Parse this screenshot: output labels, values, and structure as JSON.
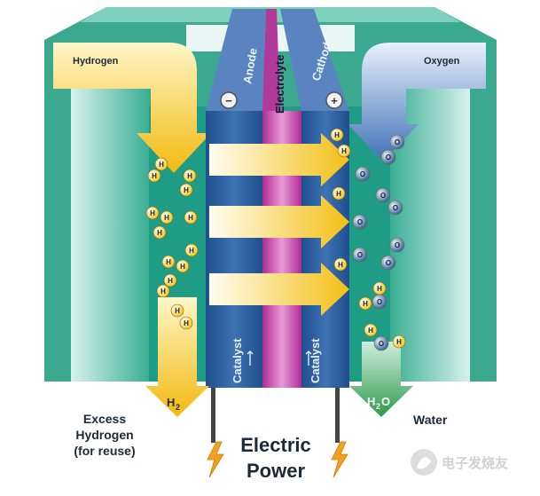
{
  "labels": {
    "hydrogen": "Hydrogen",
    "oxygen": "Oxygen",
    "anode": "Anode",
    "electrolyte": "Electrolyte",
    "cathode": "Cathode",
    "catalyst_left": "Catalyst",
    "catalyst_right": "Catalyst",
    "h2": "H",
    "h2_sub": "2",
    "h2o_h": "H",
    "h2o_sub": "2",
    "h2o_o": "O",
    "excess_line1": "Excess",
    "excess_line2": "Hydrogen",
    "excess_line3": "(for reuse)",
    "water": "Water",
    "electric": "Electric",
    "power": "Power",
    "minus": "−",
    "plus": "+",
    "watermark": "电子发烧友",
    "h_atom": "H",
    "o_atom": "O"
  },
  "colors": {
    "background": "#ffffff",
    "frame_teal": "#2fa58e",
    "frame_light": "#a9ddd2",
    "channel_teal": "#1f9c86",
    "electrode_blue": "#2d5f9e",
    "electrolyte_magenta": "#c43ba8",
    "hydrogen_yellow": "#f4c21a",
    "oxygen_blue": "#4a7fc1",
    "water_green": "#3aa655",
    "bolt_orange": "#f2a020"
  }
}
